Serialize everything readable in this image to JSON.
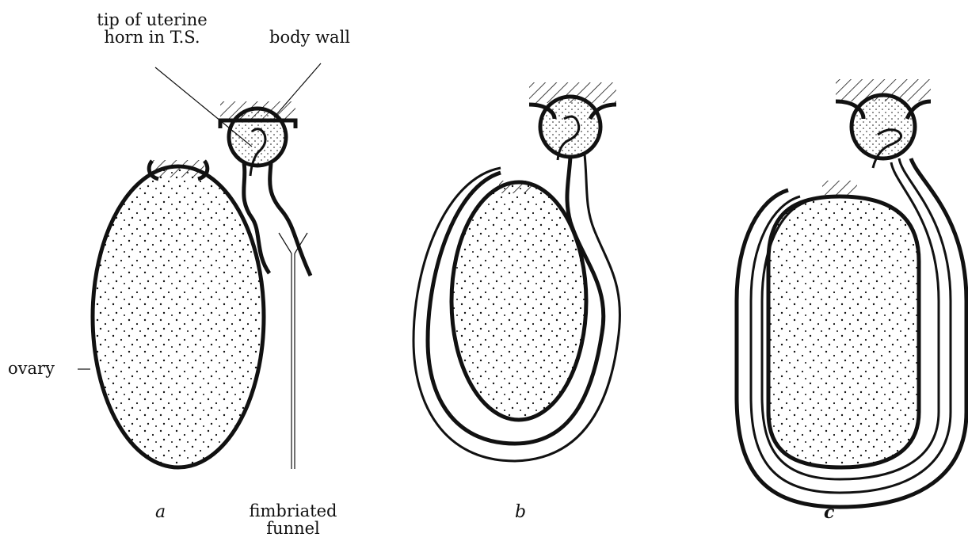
{
  "labels": {
    "uterine_horn_line1": "tip of uterine",
    "uterine_horn_line2": "horn in T.S.",
    "body_wall": "body wall",
    "ovary": "ovary",
    "fimbriated_line1": "fimbriated",
    "fimbriated_line2": "funnel"
  },
  "panels": [
    "a",
    "b",
    "c"
  ],
  "colors": {
    "ink": "#111111",
    "paper": "#ffffff"
  }
}
